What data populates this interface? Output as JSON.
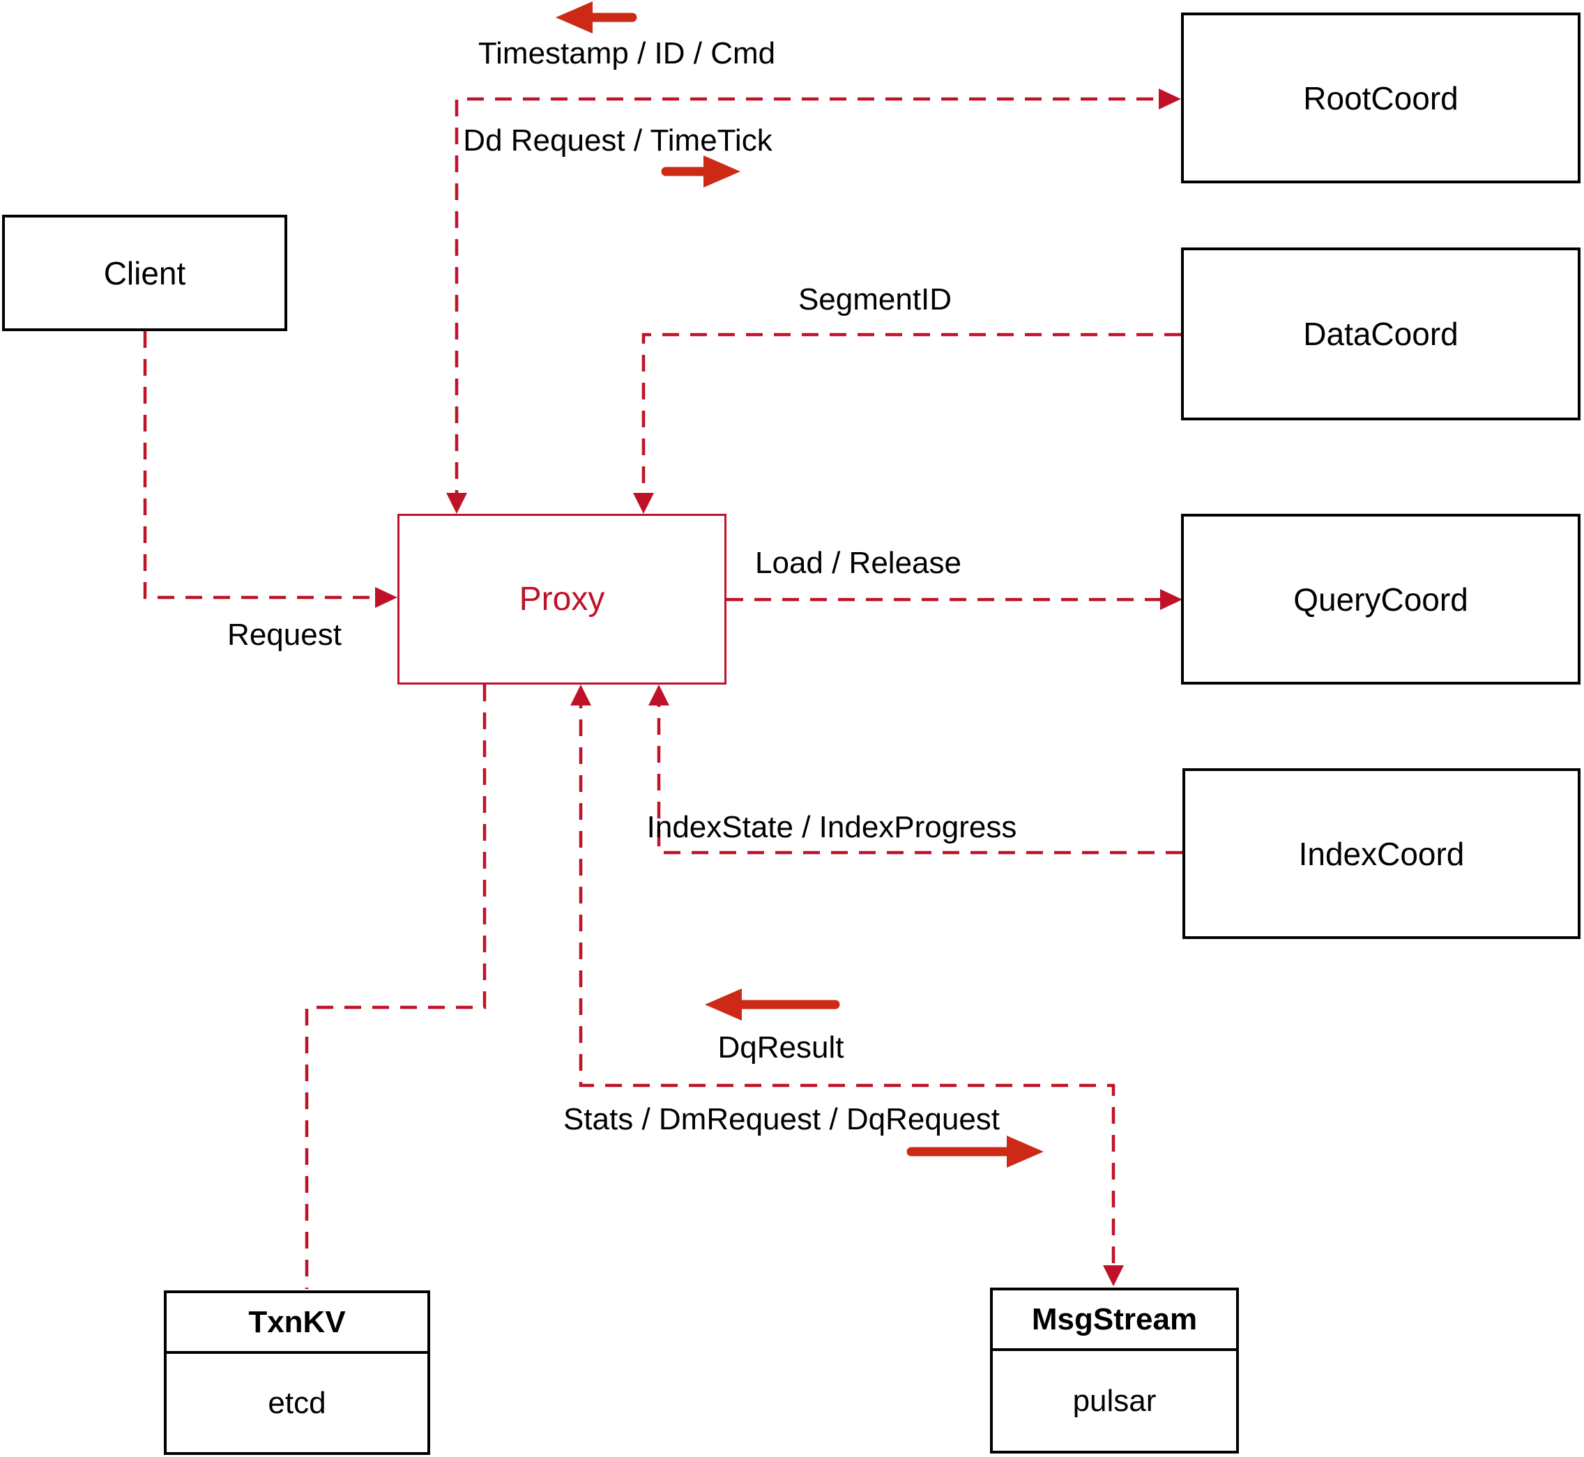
{
  "colors": {
    "line_red": "#bf1228",
    "arrow_red": "#cc2a16",
    "box_black": "#000000",
    "background": "#ffffff"
  },
  "nodes": {
    "client": {
      "label": "Client"
    },
    "proxy": {
      "label": "Proxy"
    },
    "rootcoord": {
      "label": "RootCoord"
    },
    "datacoord": {
      "label": "DataCoord"
    },
    "querycoord": {
      "label": "QueryCoord"
    },
    "indexcoord": {
      "label": "IndexCoord"
    },
    "txnkv": {
      "title": "TxnKV",
      "subtitle": "etcd"
    },
    "msgstream": {
      "title": "MsgStream",
      "subtitle": "pulsar"
    }
  },
  "edges": [
    {
      "id": "proxy-rootcoord",
      "from": "Proxy",
      "to": "RootCoord",
      "style": "dashed",
      "bidirectional": true,
      "label_back": "Timestamp / ID / Cmd",
      "label_forward": "Dd Request / TimeTick"
    },
    {
      "id": "datacoord-proxy",
      "from": "DataCoord",
      "to": "Proxy",
      "style": "dashed",
      "label": "SegmentID"
    },
    {
      "id": "client-proxy",
      "from": "Client",
      "to": "Proxy",
      "style": "dashed",
      "label": "Request"
    },
    {
      "id": "proxy-querycoord",
      "from": "Proxy",
      "to": "QueryCoord",
      "style": "dashed",
      "label": "Load / Release"
    },
    {
      "id": "indexcoord-proxy",
      "from": "IndexCoord",
      "to": "Proxy",
      "style": "dashed",
      "label": "IndexState / IndexProgress"
    },
    {
      "id": "proxy-msgstream",
      "from": "Proxy",
      "to": "MsgStream",
      "style": "dashed",
      "bidirectional": true,
      "label_back": "DqResult",
      "label_forward": "Stats / DmRequest / DqRequest"
    },
    {
      "id": "proxy-txnkv",
      "from": "Proxy",
      "to": "TxnKV",
      "style": "dashed"
    }
  ]
}
